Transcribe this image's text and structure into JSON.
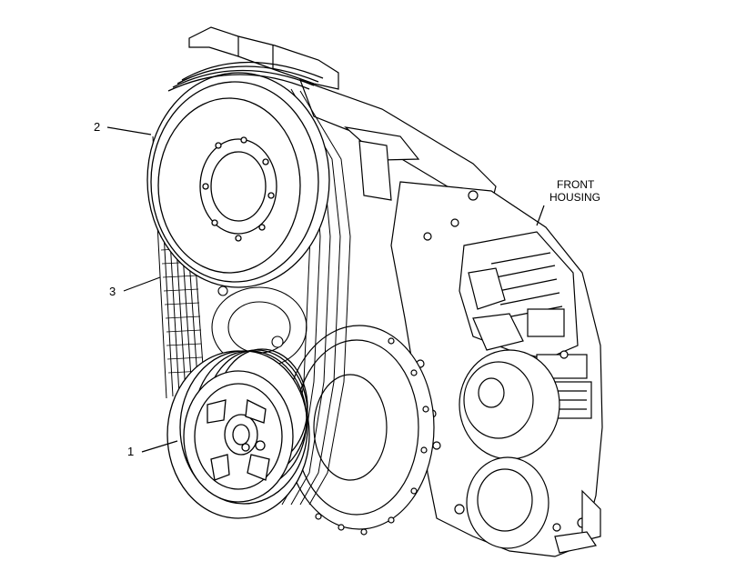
{
  "callouts": [
    {
      "id": "2",
      "text": "2"
    },
    {
      "id": "3",
      "text": "3"
    },
    {
      "id": "1",
      "text": "1"
    }
  ],
  "front_housing_label": {
    "line1": "FRONT",
    "line2": "HOUSING"
  },
  "colors": {
    "ink": "#000000",
    "paper": "#ffffff",
    "shade": "#cfcfcf"
  }
}
